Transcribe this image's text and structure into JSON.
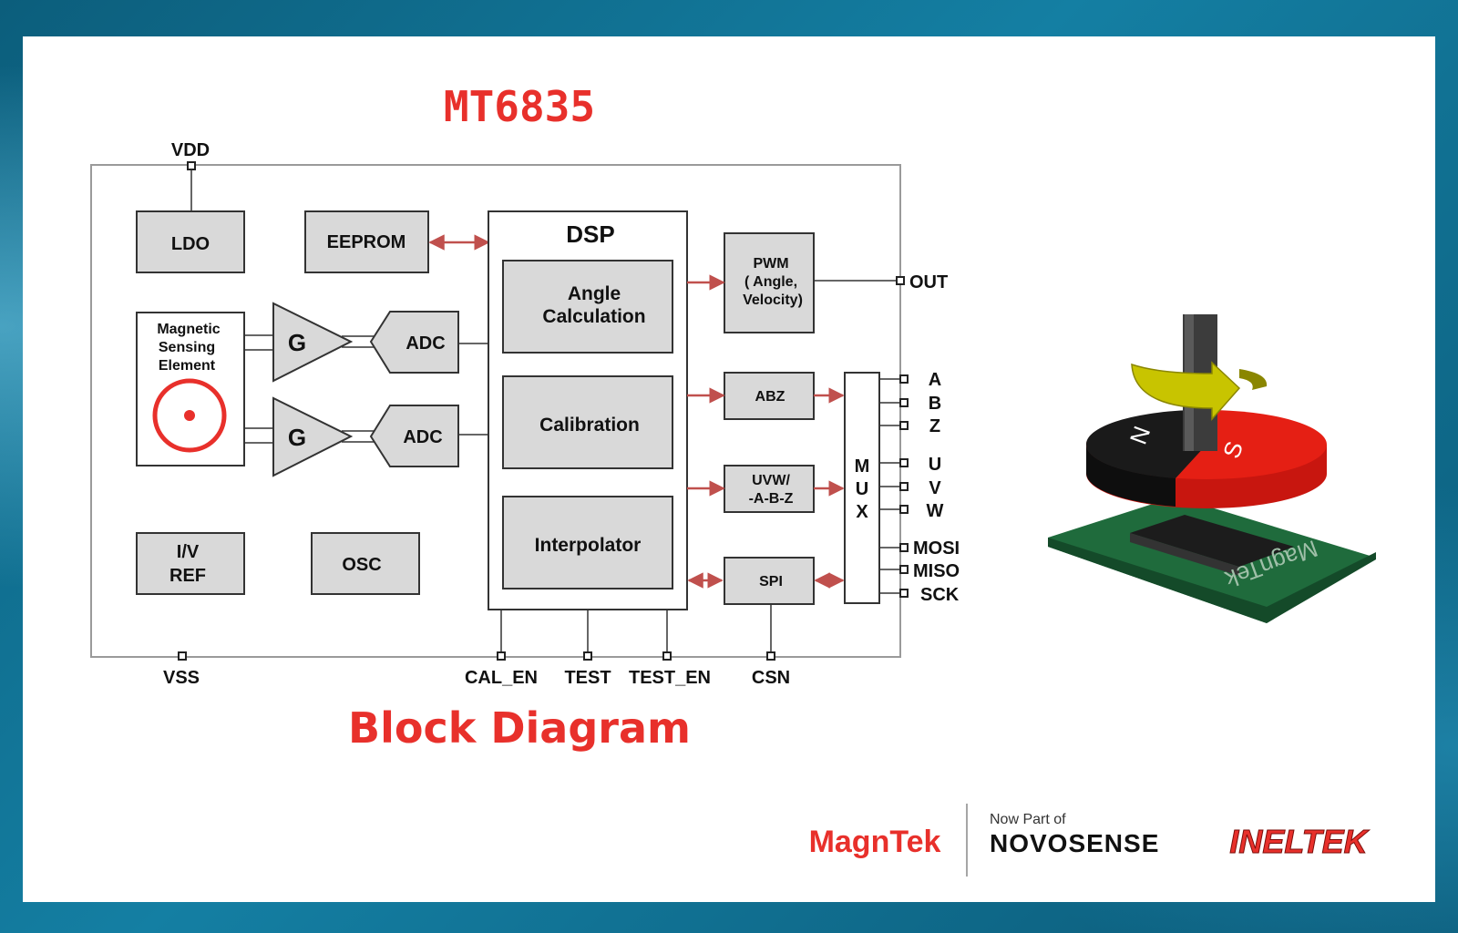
{
  "title": "MT6835",
  "subtitle": "Block Diagram",
  "colors": {
    "accent_red": "#e8302b",
    "block_fill": "#d9d9d9",
    "arrow": "#c0504d",
    "pcb_green": "#1f6b3c"
  },
  "pins": {
    "vdd": "VDD",
    "vss": "VSS",
    "out": "OUT",
    "cal_en": "CAL_EN",
    "test": "TEST",
    "test_en": "TEST_EN",
    "csn": "CSN",
    "a": "A",
    "b": "B",
    "z": "Z",
    "u": "U",
    "v": "V",
    "w": "W",
    "mosi": "MOSI",
    "miso": "MISO",
    "sck": "SCK"
  },
  "blocks": {
    "ldo": "LDO",
    "eeprom": "EEPROM",
    "dsp": "DSP",
    "angle_calc": [
      "Angle",
      "Calculation"
    ],
    "calibration": "Calibration",
    "interpolator": "Interpolator",
    "pwm": [
      "PWM",
      "( Angle,",
      "Velocity)"
    ],
    "abz": "ABZ",
    "uvw": [
      "UVW/",
      "-A-B-Z"
    ],
    "spi": "SPI",
    "mux": [
      "M",
      "U",
      "X"
    ],
    "sensing": [
      "Magnetic",
      "Sensing",
      "Element"
    ],
    "gain": "G",
    "adc": "ADC",
    "iv_ref": [
      "I/V",
      "REF"
    ],
    "osc": "OSC"
  },
  "illustration": {
    "magnet_n": "N",
    "magnet_s": "S",
    "chip_brand": "MagnTek"
  },
  "footer": {
    "magntek_logo": "MagnTek",
    "now_part_of": "Now Part of",
    "novosense": "NOVOSENSE",
    "ineltek": "INELTEK"
  }
}
